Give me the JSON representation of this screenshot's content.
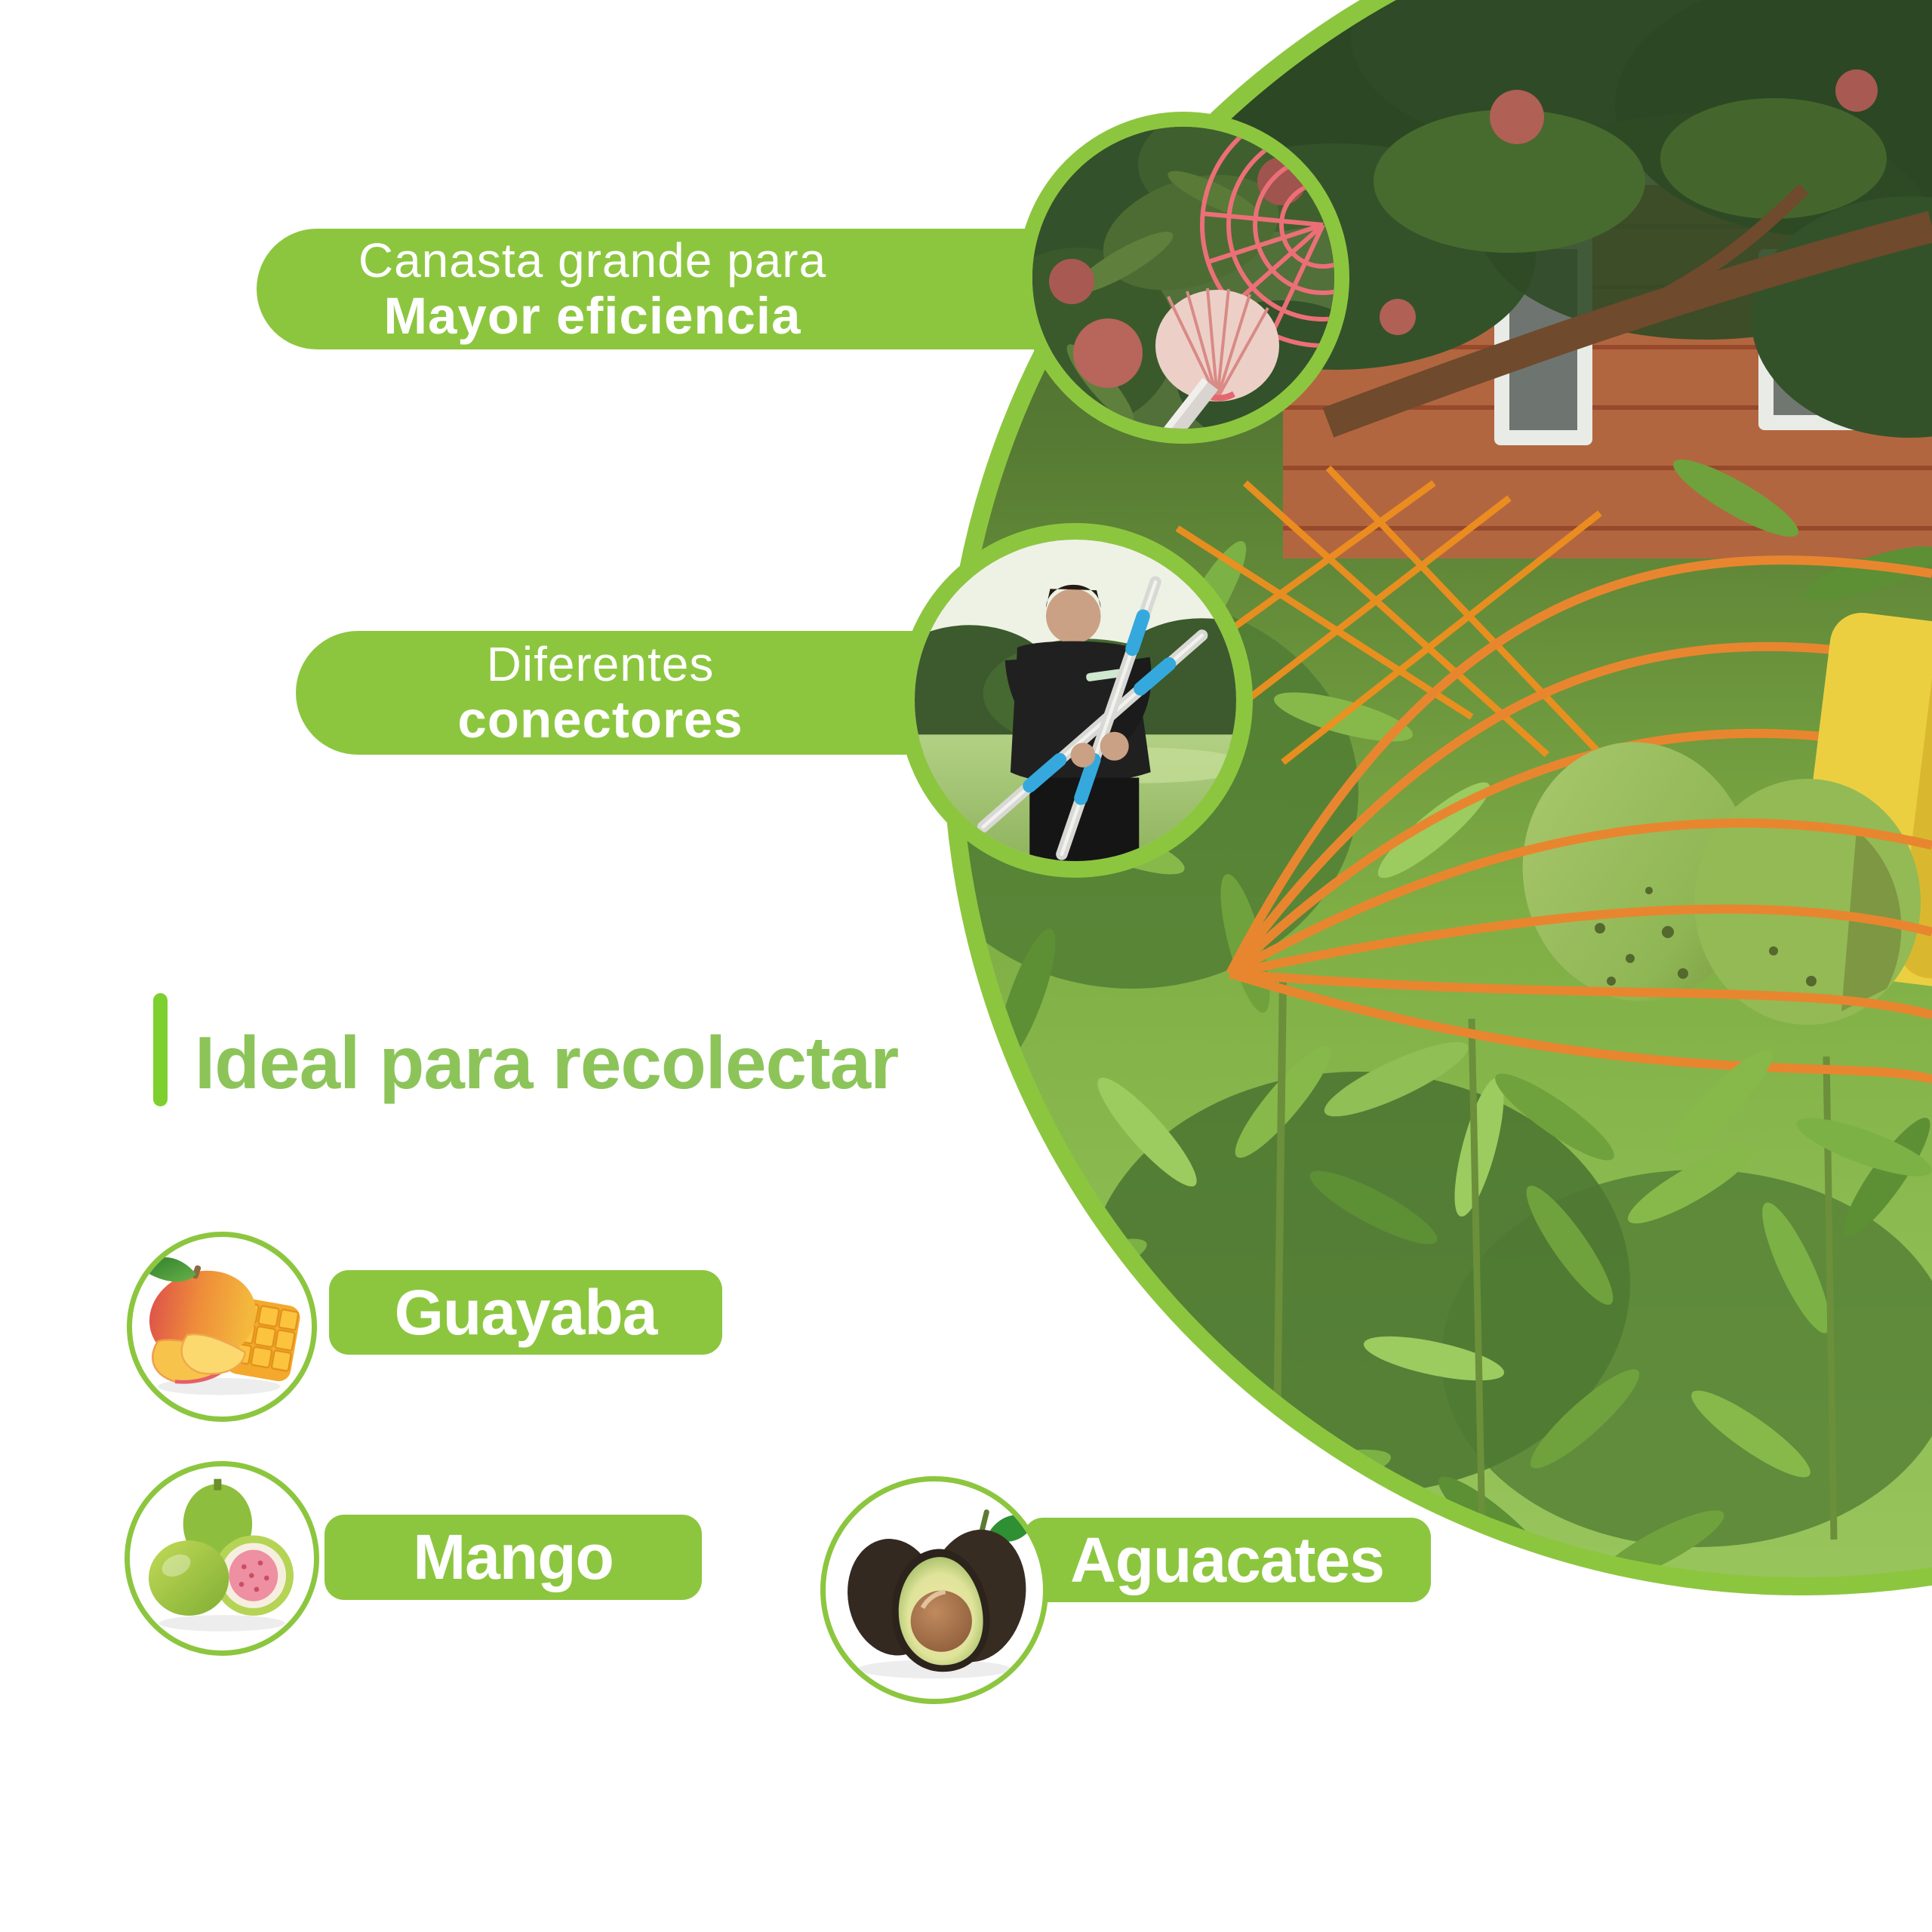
{
  "page": {
    "type": "product-infographic",
    "language": "es"
  },
  "badges": {
    "efficiency": {
      "line1": "Canasta grande para",
      "line2": "Mayor eficiencia"
    },
    "connectors": {
      "line1": "Diferentes",
      "line2": "conectores"
    }
  },
  "heading": {
    "text": "Ideal para recolectar"
  },
  "fruits": [
    {
      "label": "Guayaba",
      "icon": "mango-photo-icon"
    },
    {
      "label": "Mango",
      "icon": "guava-photo-icon"
    },
    {
      "label": "Aguacates",
      "icon": "avocado-photo-icon"
    }
  ],
  "photos": {
    "main": "orchard-with-orange-fruit-picker-basket",
    "inset_top": "fruit-picker-basket-in-mango-tree",
    "inset_middle": "man-holding-connector-poles"
  },
  "colors": {
    "accent_green": "#8CC63F",
    "heading_green": "#8CC45A",
    "accent_bar_green": "#7ED02F",
    "basket_orange": "#E8862F",
    "picker_pink": "#EC6F77",
    "pole_blue": "#35A9DE",
    "text_white": "#FFFFFF",
    "background": "#FFFFFF"
  }
}
